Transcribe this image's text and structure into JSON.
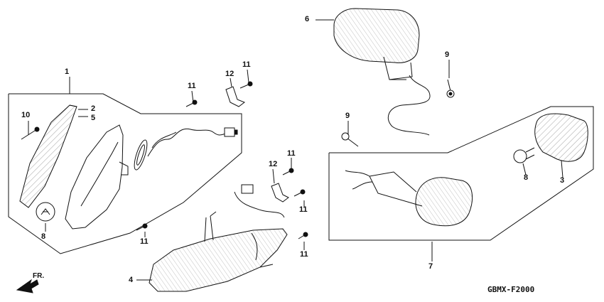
{
  "diagram": {
    "code": "GBMX-F2000",
    "direction_label": "FR.",
    "callouts": [
      "1",
      "2",
      "5",
      "10",
      "8",
      "11",
      "12",
      "11",
      "11",
      "12",
      "11",
      "11",
      "11",
      "4",
      "6",
      "9",
      "9",
      "8",
      "3",
      "7"
    ]
  }
}
